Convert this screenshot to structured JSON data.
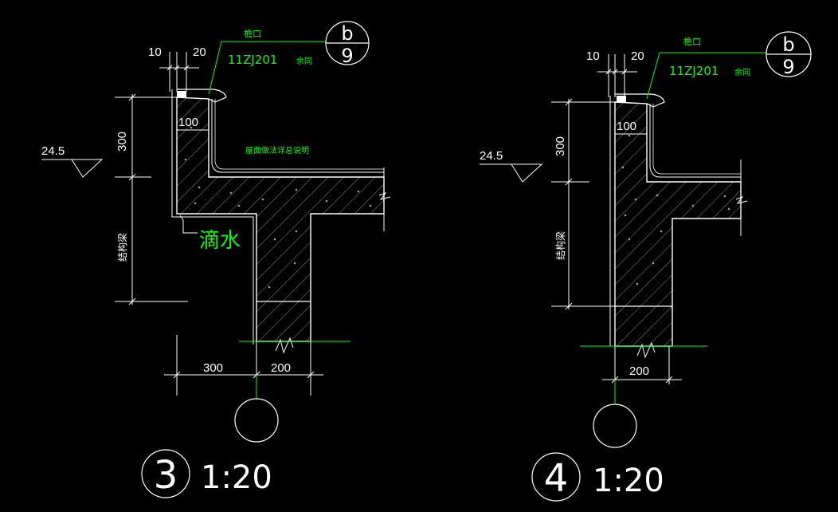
{
  "colors": {
    "background": "#000000",
    "line_white": "#ffffff",
    "line_green": "#00ff00",
    "hatch_gray": "#8a8a8a"
  },
  "detail3": {
    "dim_10": "10",
    "dim_20": "20",
    "eave_label": "檐口",
    "ref_code": "11ZJ201",
    "ref_note": "余同",
    "callout_top": "b",
    "callout_bottom": "9",
    "dim_300_v": "300",
    "dim_100": "100",
    "elevation": "24.5",
    "roof_note": "屋面做法详总说明",
    "drip_label": "滴水",
    "beam_label": "结构梁",
    "dim_300_h": "300",
    "dim_200_h": "200",
    "number": "3",
    "scale": "1:20"
  },
  "detail4": {
    "dim_10": "10",
    "dim_20": "20",
    "eave_label": "檐口",
    "ref_code": "11ZJ201",
    "ref_note": "余同",
    "callout_top": "b",
    "callout_bottom": "9",
    "dim_300_v": "300",
    "dim_100": "100",
    "elevation": "24.5",
    "beam_label": "结构梁",
    "dim_200_h": "200",
    "number": "4",
    "scale": "1:20"
  }
}
